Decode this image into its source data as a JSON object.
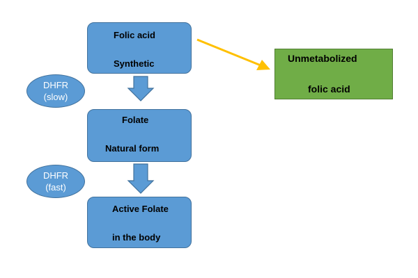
{
  "nodes": {
    "folic_acid": {
      "line1": "Folic acid",
      "line2": "Synthetic"
    },
    "folate": {
      "line1": "Folate",
      "line2": "Natural form"
    },
    "active_folate": {
      "line1": "Active Folate",
      "line2": "in the body"
    },
    "unmetabolized": {
      "line1": "Unmetabolized",
      "line2": "folic acid"
    }
  },
  "enzymes": {
    "slow": {
      "line1": "DHFR",
      "line2": "(slow)"
    },
    "fast": {
      "line1": "DHFR",
      "line2": "(fast)"
    }
  },
  "colors": {
    "box_fill": "#5b9bd5",
    "box_border": "#41719c",
    "green_fill": "#70ad47",
    "yellow_arrow": "#ffc000"
  }
}
